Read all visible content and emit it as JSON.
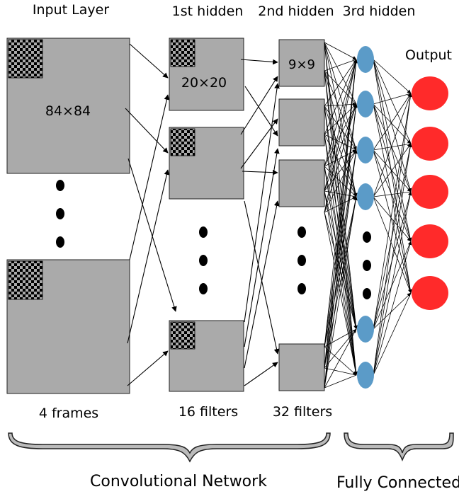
{
  "layers": {
    "input": "Input Layer",
    "hidden1": "1st hidden",
    "hidden2": "2nd hidden",
    "hidden3": "3rd hidden",
    "output": "Output"
  },
  "maps": {
    "input_size": "84×84",
    "hidden1_size": "20×20",
    "hidden2_size": "9×9"
  },
  "counts": {
    "input": "4 frames",
    "hidden1": "16 filters",
    "hidden2": "32 filters"
  },
  "groups": {
    "conv": "Convolutional Network",
    "fc": "Fully Connected"
  },
  "colors": {
    "feature_map": "#aaaaaa",
    "hidden_unit": "#5b9bc8",
    "output_unit": "#ff2a2a"
  }
}
